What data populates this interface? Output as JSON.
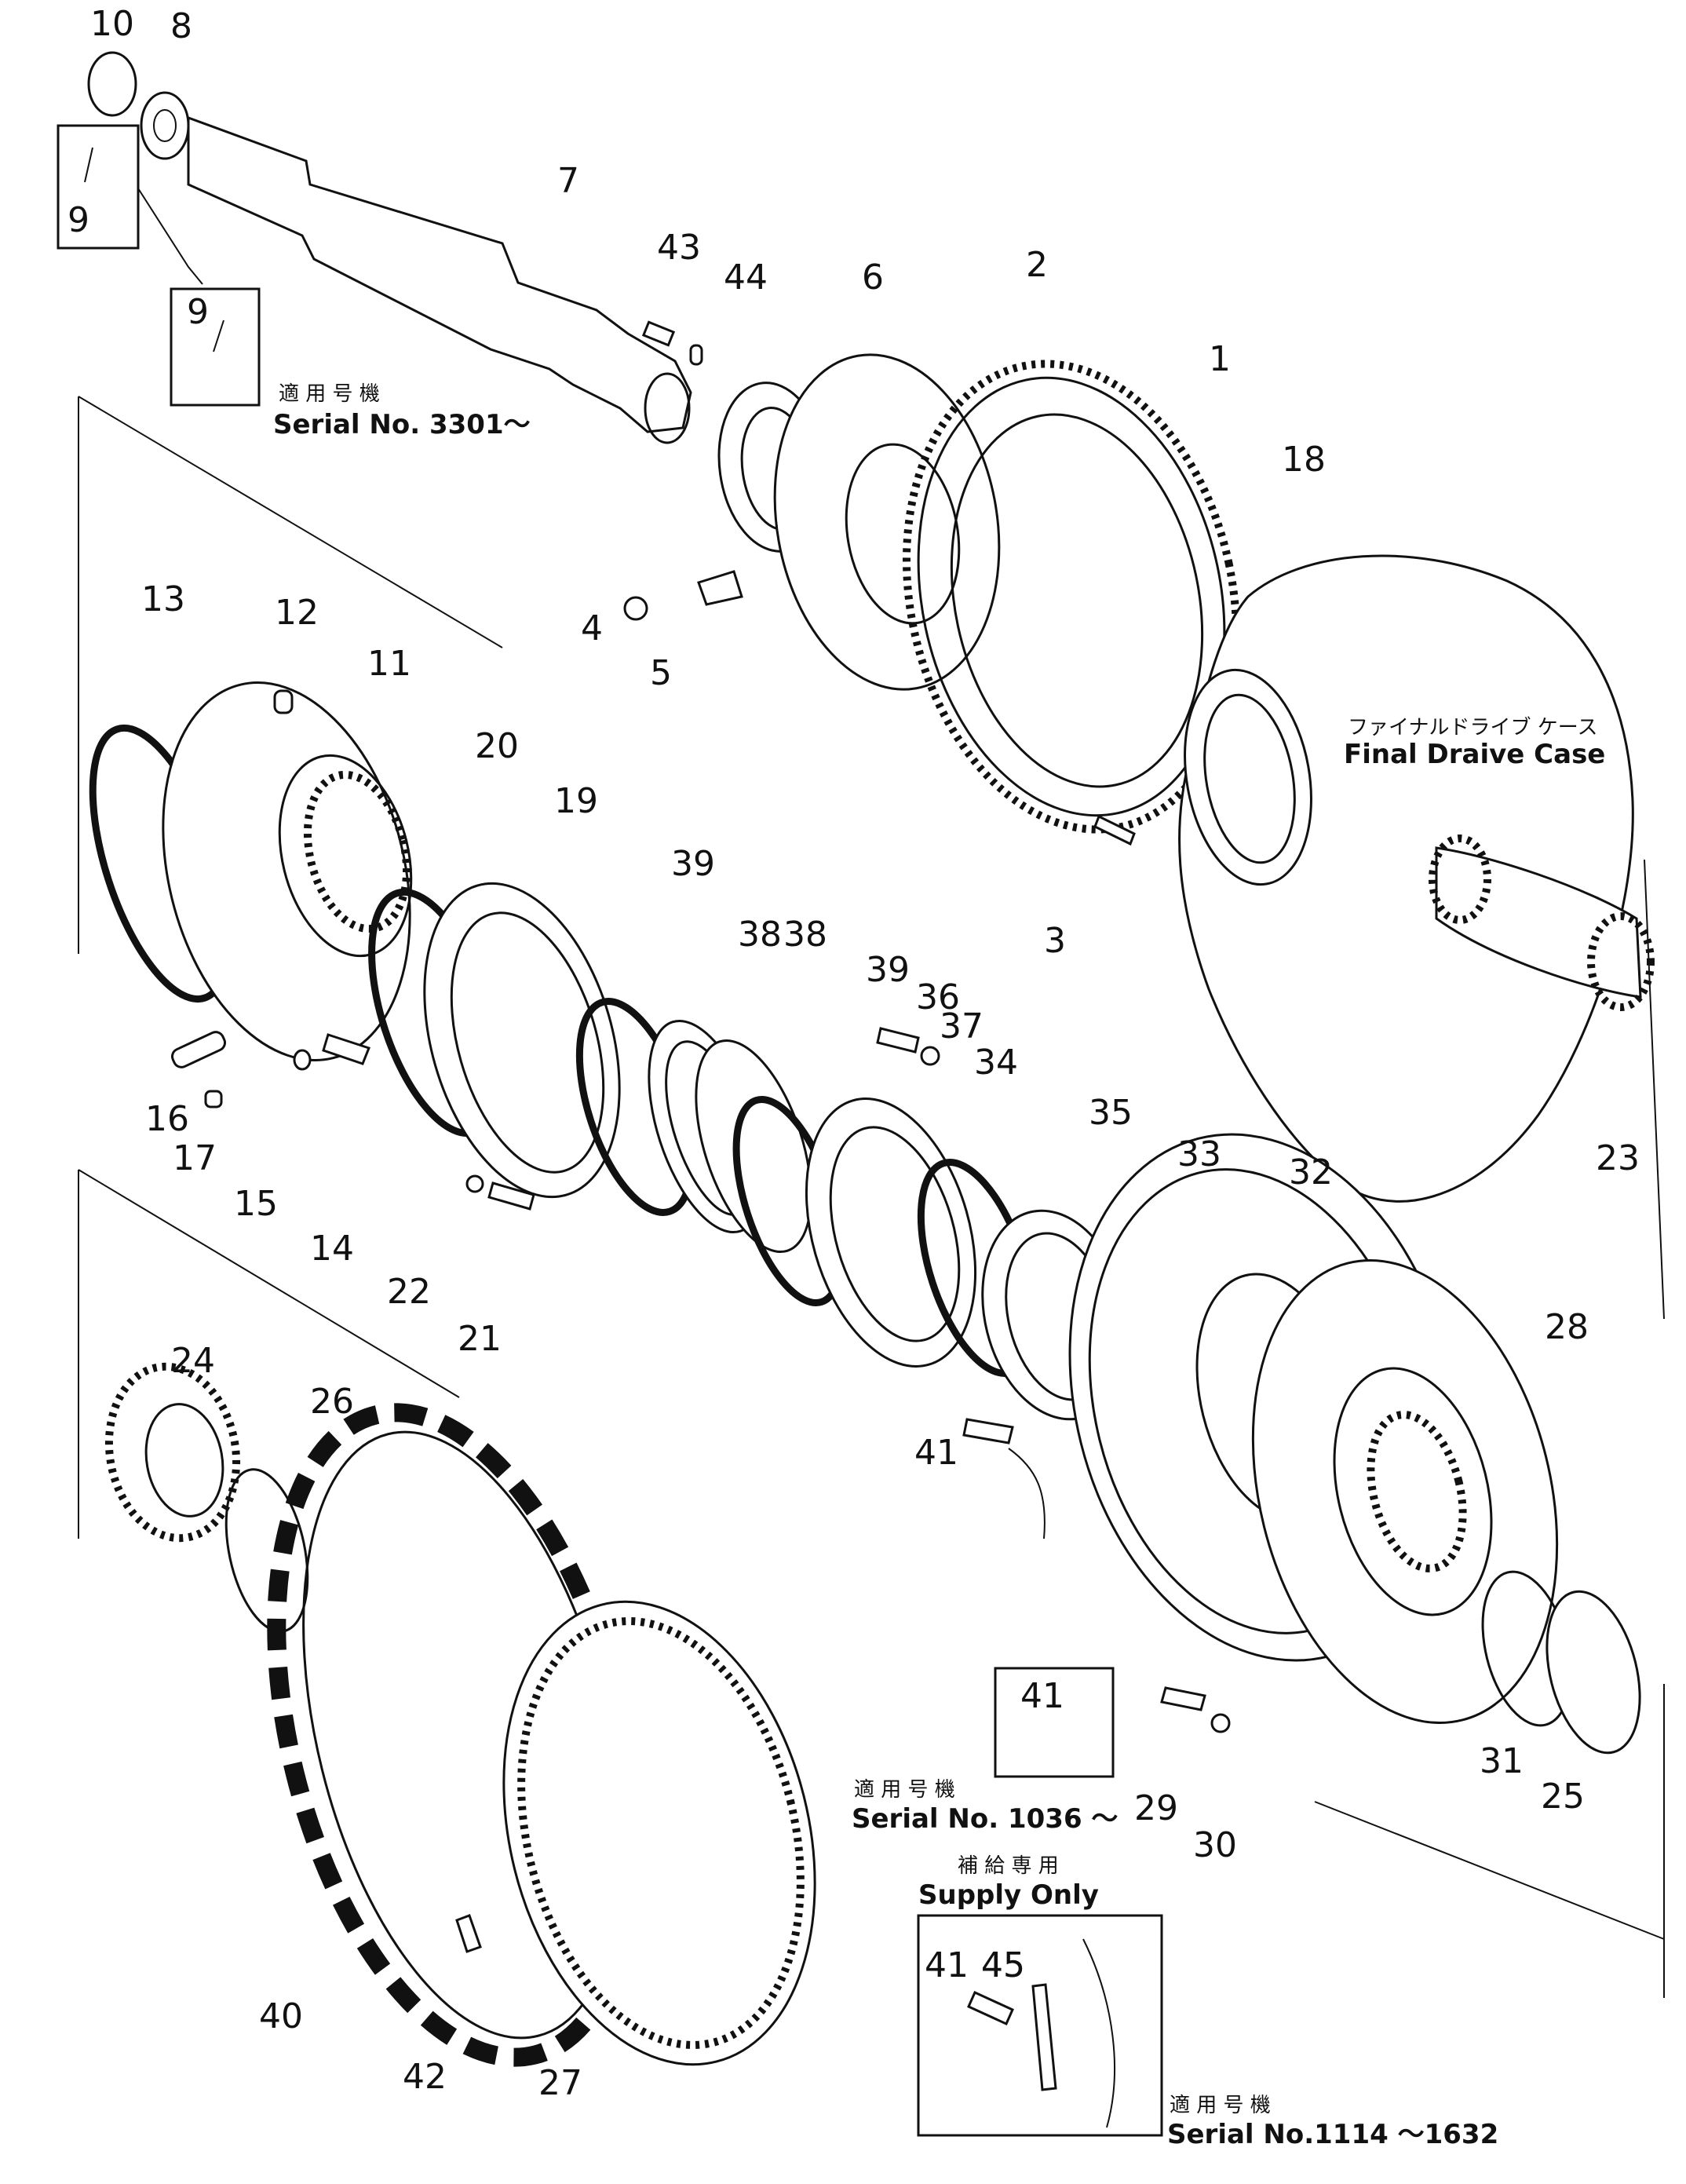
{
  "part_numbers": [
    "10",
    "8",
    "9",
    "7",
    "43",
    "44",
    "6",
    "2",
    "1",
    "18",
    "4",
    "5",
    "12",
    "13",
    "11",
    "20",
    "19",
    "39",
    "38",
    "38",
    "39",
    "36",
    "37",
    "34",
    "3",
    "23",
    "16",
    "17",
    "15",
    "14",
    "35",
    "33",
    "32",
    "22",
    "21",
    "28",
    "24",
    "26",
    "41",
    "31",
    "25",
    "29",
    "30",
    "27",
    "40",
    "42",
    "45"
  ],
  "inset_9": {
    "label": "9"
  },
  "inset_41": {
    "label": "41"
  },
  "note_shaft": {
    "jp": "適 用 号 機",
    "en": "Serial  No. 3301～"
  },
  "case_label": {
    "jp": "ファイナルドライブ  ケース",
    "en": "Final Draive Case"
  },
  "note_sprocket": {
    "jp": "適 用 号 機",
    "en": "Serial  No. 1036 ～"
  },
  "supply": {
    "jp": "補 給 専 用",
    "en": "Supply Only",
    "parts": [
      "41",
      "45"
    ]
  },
  "note_supply": {
    "jp": "適 用 号 機",
    "en": "Serial  No.1114 ～1632"
  }
}
